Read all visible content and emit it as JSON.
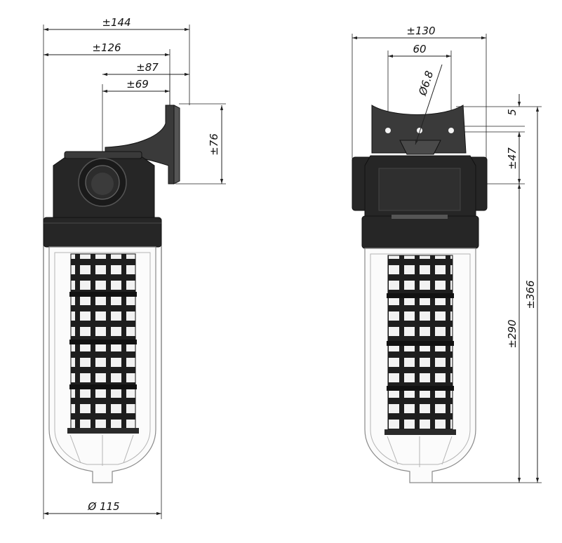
{
  "left_view": {
    "dims": {
      "overall_width": "±144",
      "bracket_width": "±126",
      "bracket_offset": "±87",
      "inlet_offset": "±69",
      "bracket_height": "±76",
      "bowl_diameter": "Ø 115"
    }
  },
  "right_view": {
    "dims": {
      "overall_width": "±130",
      "hole_spacing": "60",
      "hole_diameter": "Ø6.8",
      "hole_to_top": "5",
      "hole_to_inlet": "±47",
      "inlet_to_bottom": "±290",
      "overall_height": "±366"
    }
  },
  "colors": {
    "housing": "#262626",
    "bowl": "#fbfbfb",
    "cartridge": "#1e1e1e"
  }
}
